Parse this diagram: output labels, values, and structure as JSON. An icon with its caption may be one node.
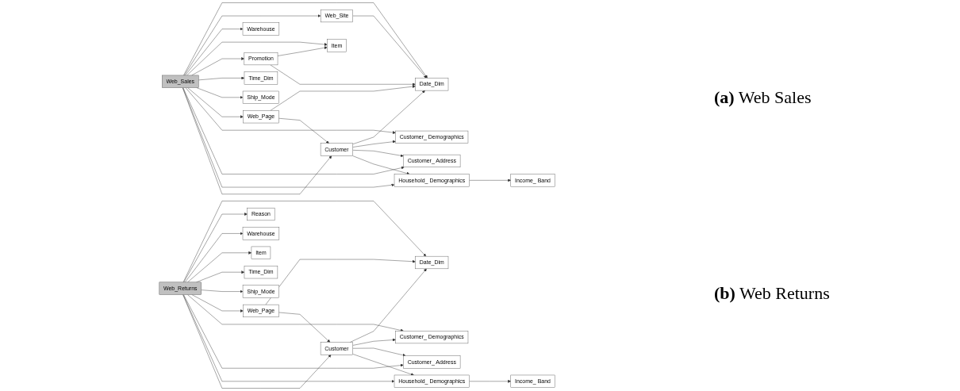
{
  "diagram": {
    "nodes": [
      {
        "text": [
          "Date_Dim"
        ]
      },
      {
        "text": [
          "Web_Site"
        ]
      },
      {
        "text": [
          "Warehouse"
        ]
      },
      {
        "text": [
          "Item"
        ]
      },
      {
        "text": [
          "Promotion"
        ]
      },
      {
        "text": [
          "Web_Sales"
        ]
      },
      {
        "text": [
          "Time_Dim"
        ]
      },
      {
        "text": [
          "Web_Page"
        ]
      },
      {
        "text": [
          "Ship_Mode"
        ]
      },
      {
        "text": [
          "Customer_ Demographics"
        ]
      },
      {
        "text": [
          "Customer_ Address"
        ]
      },
      {
        "text": [
          "Household_ Demographics"
        ]
      },
      {
        "text": [
          "Customer"
        ]
      },
      {
        "text": [
          "Income_ Band"
        ]
      },
      {
        "text": [
          "Date_Dim"
        ]
      },
      {
        "text": [
          "Reason"
        ]
      },
      {
        "text": [
          "Warehouse"
        ]
      },
      {
        "text": [
          "Item"
        ]
      },
      {
        "text": [
          "Web_Returns"
        ]
      },
      {
        "text": [
          "Time_Dim"
        ]
      },
      {
        "text": [
          "Ship_Mode"
        ]
      },
      {
        "text": [
          "Web_Page"
        ]
      },
      {
        "text": [
          "Customer_ Demographics"
        ]
      },
      {
        "text": [
          "Customer_ Address"
        ]
      },
      {
        "text": [
          "Household_ Demographics"
        ]
      },
      {
        "text": [
          "Customer"
        ]
      },
      {
        "text": [
          "Income_ Band"
        ]
      }
    ],
    "edges": [
      {
        "from": 5,
        "to": 0,
        "arrow": "to"
      },
      {
        "from": 1,
        "to": 0,
        "arrow": "to"
      },
      {
        "from": 5,
        "to": 1,
        "arrow": "to"
      },
      {
        "from": 5,
        "to": 2,
        "arrow": "to"
      },
      {
        "from": 5,
        "to": 3,
        "arrow": "to"
      },
      {
        "from": 5,
        "to": 4,
        "arrow": "to"
      },
      {
        "from": 4,
        "to": 3,
        "arrow": "to"
      },
      {
        "from": 4,
        "to": 0,
        "arrow": "to"
      },
      {
        "from": 5,
        "to": 6,
        "arrow": "to"
      },
      {
        "from": 5,
        "to": 8,
        "arrow": "to"
      },
      {
        "from": 5,
        "to": 7,
        "arrow": "to"
      },
      {
        "from": 7,
        "to": 0,
        "arrow": "to"
      },
      {
        "from": 7,
        "to": 12,
        "arrow": "to"
      },
      {
        "from": 12,
        "to": 0,
        "arrow": "to"
      },
      {
        "from": 5,
        "to": 9,
        "arrow": "to"
      },
      {
        "from": 5,
        "to": 10,
        "arrow": "to"
      },
      {
        "from": 5,
        "to": 11,
        "arrow": "to"
      },
      {
        "from": 5,
        "to": 12,
        "arrow": "to"
      },
      {
        "from": 12,
        "to": 9,
        "arrow": "to"
      },
      {
        "from": 12,
        "to": 10,
        "arrow": "to"
      },
      {
        "from": 12,
        "to": 11,
        "arrow": "to"
      },
      {
        "from": 11,
        "to": 13,
        "arrow": "to"
      },
      {
        "from": 18,
        "to": 14,
        "arrow": "to"
      },
      {
        "from": 18,
        "to": 15,
        "arrow": "to"
      },
      {
        "from": 18,
        "to": 16,
        "arrow": "to"
      },
      {
        "from": 18,
        "to": 17,
        "arrow": "to"
      },
      {
        "from": 18,
        "to": 19,
        "arrow": "to"
      },
      {
        "from": 18,
        "to": 20,
        "arrow": "to"
      },
      {
        "from": 18,
        "to": 21,
        "arrow": "to"
      },
      {
        "from": 21,
        "to": 14,
        "arrow": "to"
      },
      {
        "from": 21,
        "to": 25,
        "arrow": "to"
      },
      {
        "from": 25,
        "to": 14,
        "arrow": "to"
      },
      {
        "from": 18,
        "to": 22,
        "arrow": "to"
      },
      {
        "from": 18,
        "to": 23,
        "arrow": "to"
      },
      {
        "from": 18,
        "to": 24,
        "arrow": "to"
      },
      {
        "from": 18,
        "to": 25,
        "arrow": "to"
      },
      {
        "from": 25,
        "to": 22,
        "arrow": "to"
      },
      {
        "from": 25,
        "to": 23,
        "arrow": "to"
      },
      {
        "from": 25,
        "to": 24,
        "arrow": "to"
      },
      {
        "from": 24,
        "to": 26,
        "arrow": "to"
      }
    ],
    "labels": [
      "**(a)** Web Sales",
      "**(b)** Web Returns"
    ]
  }
}
